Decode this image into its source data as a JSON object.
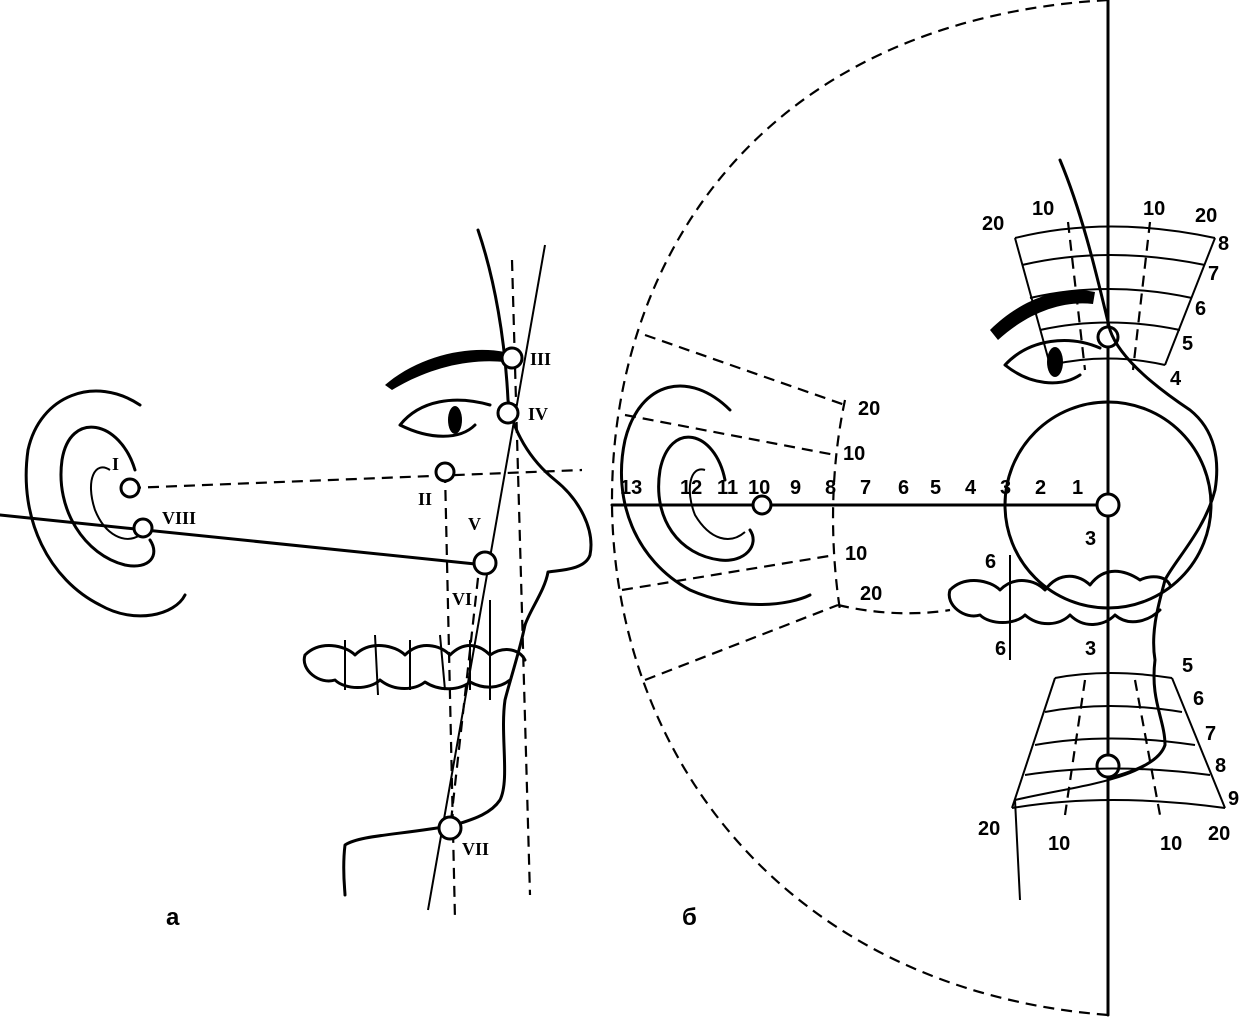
{
  "panel_a": {
    "caption": "а",
    "points": [
      "I",
      "II",
      "III",
      "IV",
      "V",
      "VI",
      "VII",
      "VIII"
    ]
  },
  "panel_b": {
    "caption": "б",
    "horizontal_scale": [
      "13",
      "12",
      "11",
      "10",
      "9",
      "8",
      "7",
      "6",
      "5",
      "4",
      "3",
      "2",
      "1"
    ],
    "ear_arc_labels": [
      "20",
      "10",
      "10",
      "20"
    ],
    "forehead_scale": [
      "8",
      "7",
      "6",
      "5",
      "4"
    ],
    "forehead_angles": [
      "20",
      "10",
      "10",
      "20"
    ],
    "chin_scale": [
      "5",
      "6",
      "7",
      "8",
      "9"
    ],
    "chin_angles": [
      "20",
      "10",
      "10",
      "20"
    ],
    "teeth_labels": [
      "3",
      "3",
      "6",
      "6"
    ]
  }
}
